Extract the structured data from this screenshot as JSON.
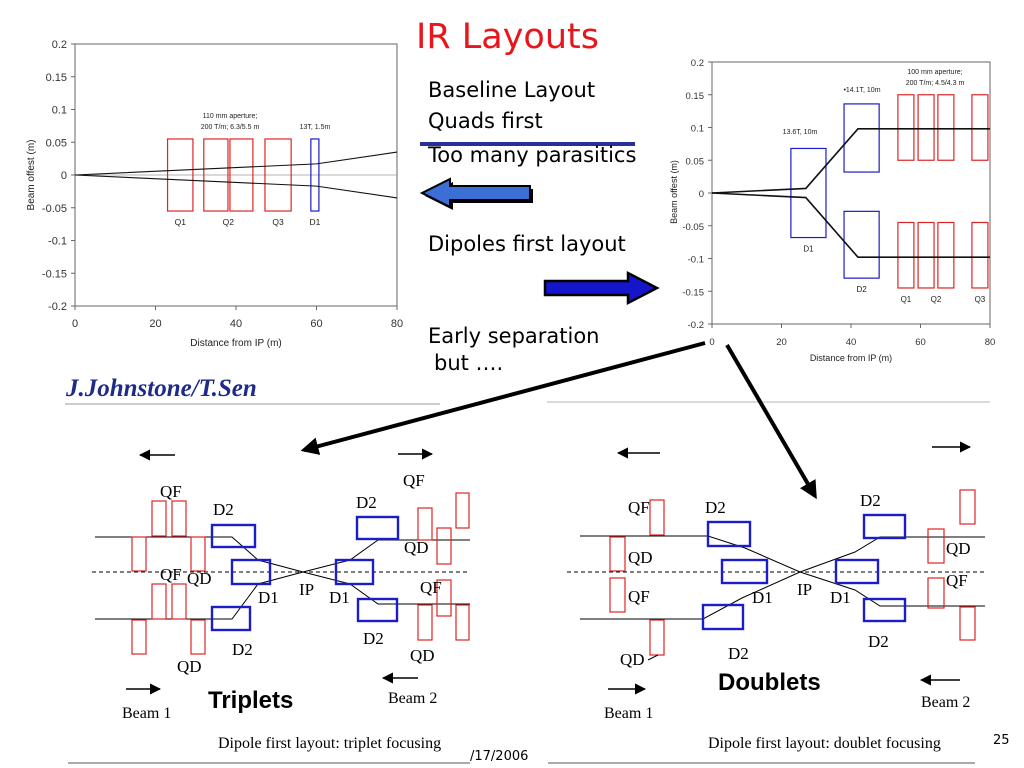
{
  "slide": {
    "title": "IR Layouts",
    "credit": "J.Johnstone/T.Sen",
    "date_fragment": "/17/2006",
    "page_number": "25"
  },
  "notes": {
    "baseline_layout": "Baseline Layout",
    "quads_first": "Quads first",
    "too_many_parasitics": "Too many parasitics",
    "dipoles_first_layout": "Dipoles first layout",
    "early_separation": "Early separation",
    "but": "but …."
  },
  "colors": {
    "quad": "#e02424",
    "dipole": "#1c1cc8",
    "title": "#e8161c",
    "credit": "#1f2a8a"
  },
  "plots": [
    {
      "type": "line",
      "xlabel": "Distance from IP (m)",
      "ylabel": "Beam offest (m)",
      "xlim": [
        0,
        80
      ],
      "ylim": [
        -0.2,
        0.2
      ],
      "xticks": [
        "0",
        "20",
        "40",
        "60",
        "80"
      ],
      "yticks": [
        "0.2",
        "0.15",
        "0.1",
        "0.05",
        "0",
        "-0.05",
        "-0.1",
        "-0.15",
        "-0.2"
      ],
      "zero_line": true,
      "annotations": [
        "110 mm aperture;",
        "200 T/m; 6.3/5.5 m",
        "13T, 1.5m"
      ],
      "magnets": [
        {
          "label": "Q1",
          "kind": "quad",
          "boxes": [
            {
              "x": [
                23,
                29.3
              ],
              "y": [
                -0.055,
                0.055
              ]
            }
          ]
        },
        {
          "label": "Q2",
          "kind": "quad",
          "boxes": [
            {
              "x": [
                32,
                38
              ],
              "y": [
                -0.055,
                0.055
              ]
            },
            {
              "x": [
                38.5,
                44.2
              ],
              "y": [
                -0.055,
                0.055
              ]
            }
          ]
        },
        {
          "label": "Q3",
          "kind": "quad",
          "boxes": [
            {
              "x": [
                47.2,
                53.7
              ],
              "y": [
                -0.055,
                0.055
              ]
            }
          ]
        },
        {
          "label": "D1",
          "kind": "dipole",
          "boxes": [
            {
              "x": [
                58.6,
                60.6
              ],
              "y": [
                -0.055,
                0.055
              ]
            }
          ]
        }
      ],
      "beams": [
        [
          [
            0,
            0
          ],
          [
            60,
            0.017
          ],
          [
            80,
            0.035
          ]
        ],
        [
          [
            0,
            0
          ],
          [
            60,
            -0.017
          ],
          [
            80,
            -0.035
          ]
        ]
      ]
    },
    {
      "type": "line",
      "xlabel": "Distance from IP (m)",
      "ylabel": "Beam offest (m)",
      "xlim": [
        0,
        80
      ],
      "ylim": [
        -0.2,
        0.2
      ],
      "xticks": [
        "0",
        "20",
        "40",
        "60",
        "80"
      ],
      "yticks": [
        "0.2",
        "0.15",
        "0.1",
        "0.05",
        "0",
        "-0.05",
        "-0.1",
        "-0.15",
        "-0.2"
      ],
      "zero_line": false,
      "annotations": [
        "13.6T, 10m",
        "•14.1T, 10m",
        "100 mm aperture;",
        "200 T/m; 4.5/4.3 m"
      ],
      "magnets": [
        {
          "label": "D1",
          "kind": "dipole",
          "boxes": [
            {
              "x": [
                22.7,
                32.8
              ],
              "y": [
                -0.068,
                0.068
              ]
            }
          ]
        },
        {
          "label": "D2",
          "kind": "dipole",
          "boxes": [
            {
              "x": [
                38,
                48.1
              ],
              "y": [
                0.032,
                0.136
              ]
            },
            {
              "x": [
                38,
                48.1
              ],
              "y": [
                -0.13,
                -0.028
              ]
            }
          ]
        },
        {
          "label": "Q1",
          "kind": "quad",
          "boxes": [
            {
              "x": [
                53.5,
                58.1
              ],
              "y": [
                0.05,
                0.15
              ]
            },
            {
              "x": [
                53.5,
                58.1
              ],
              "y": [
                -0.145,
                -0.045
              ]
            }
          ]
        },
        {
          "label": "Q2",
          "kind": "quad",
          "boxes": [
            {
              "x": [
                59.3,
                63.9
              ],
              "y": [
                0.05,
                0.15
              ]
            },
            {
              "x": [
                65,
                69.6
              ],
              "y": [
                0.05,
                0.15
              ]
            },
            {
              "x": [
                59.3,
                63.9
              ],
              "y": [
                -0.145,
                -0.045
              ]
            },
            {
              "x": [
                65,
                69.6
              ],
              "y": [
                -0.145,
                -0.045
              ]
            }
          ]
        },
        {
          "label": "Q3",
          "kind": "quad",
          "boxes": [
            {
              "x": [
                74.8,
                79.4
              ],
              "y": [
                0.05,
                0.15
              ]
            },
            {
              "x": [
                74.8,
                79.4
              ],
              "y": [
                -0.145,
                -0.045
              ]
            }
          ]
        }
      ],
      "beams": [
        [
          [
            0,
            0
          ],
          [
            27,
            0.007
          ],
          [
            42,
            0.098
          ],
          [
            80,
            0.098
          ]
        ],
        [
          [
            0,
            0
          ],
          [
            27,
            -0.007
          ],
          [
            42,
            -0.098
          ],
          [
            80,
            -0.098
          ]
        ]
      ]
    }
  ],
  "schematics": {
    "triplet": {
      "name": "Triplets",
      "caption": "Dipole first layout: triplet focusing",
      "beam1": "Beam 1",
      "beam2": "Beam 2",
      "labels": [
        "QF",
        "QF",
        "D2",
        "D2",
        "QD",
        "QF",
        "QD",
        "D1",
        "IP",
        "D1",
        "QF",
        "D2",
        "D2",
        "QD",
        "QD"
      ]
    },
    "doublet": {
      "name": "Doublets",
      "caption": "Dipole first layout: doublet focusing",
      "beam1": "Beam 1",
      "beam2": "Beam 2",
      "labels": [
        "QF",
        "D2",
        "D2",
        "QD",
        "QD",
        "QF",
        "QF",
        "D1",
        "IP",
        "D1",
        "D2",
        "D2",
        "QD"
      ]
    }
  }
}
